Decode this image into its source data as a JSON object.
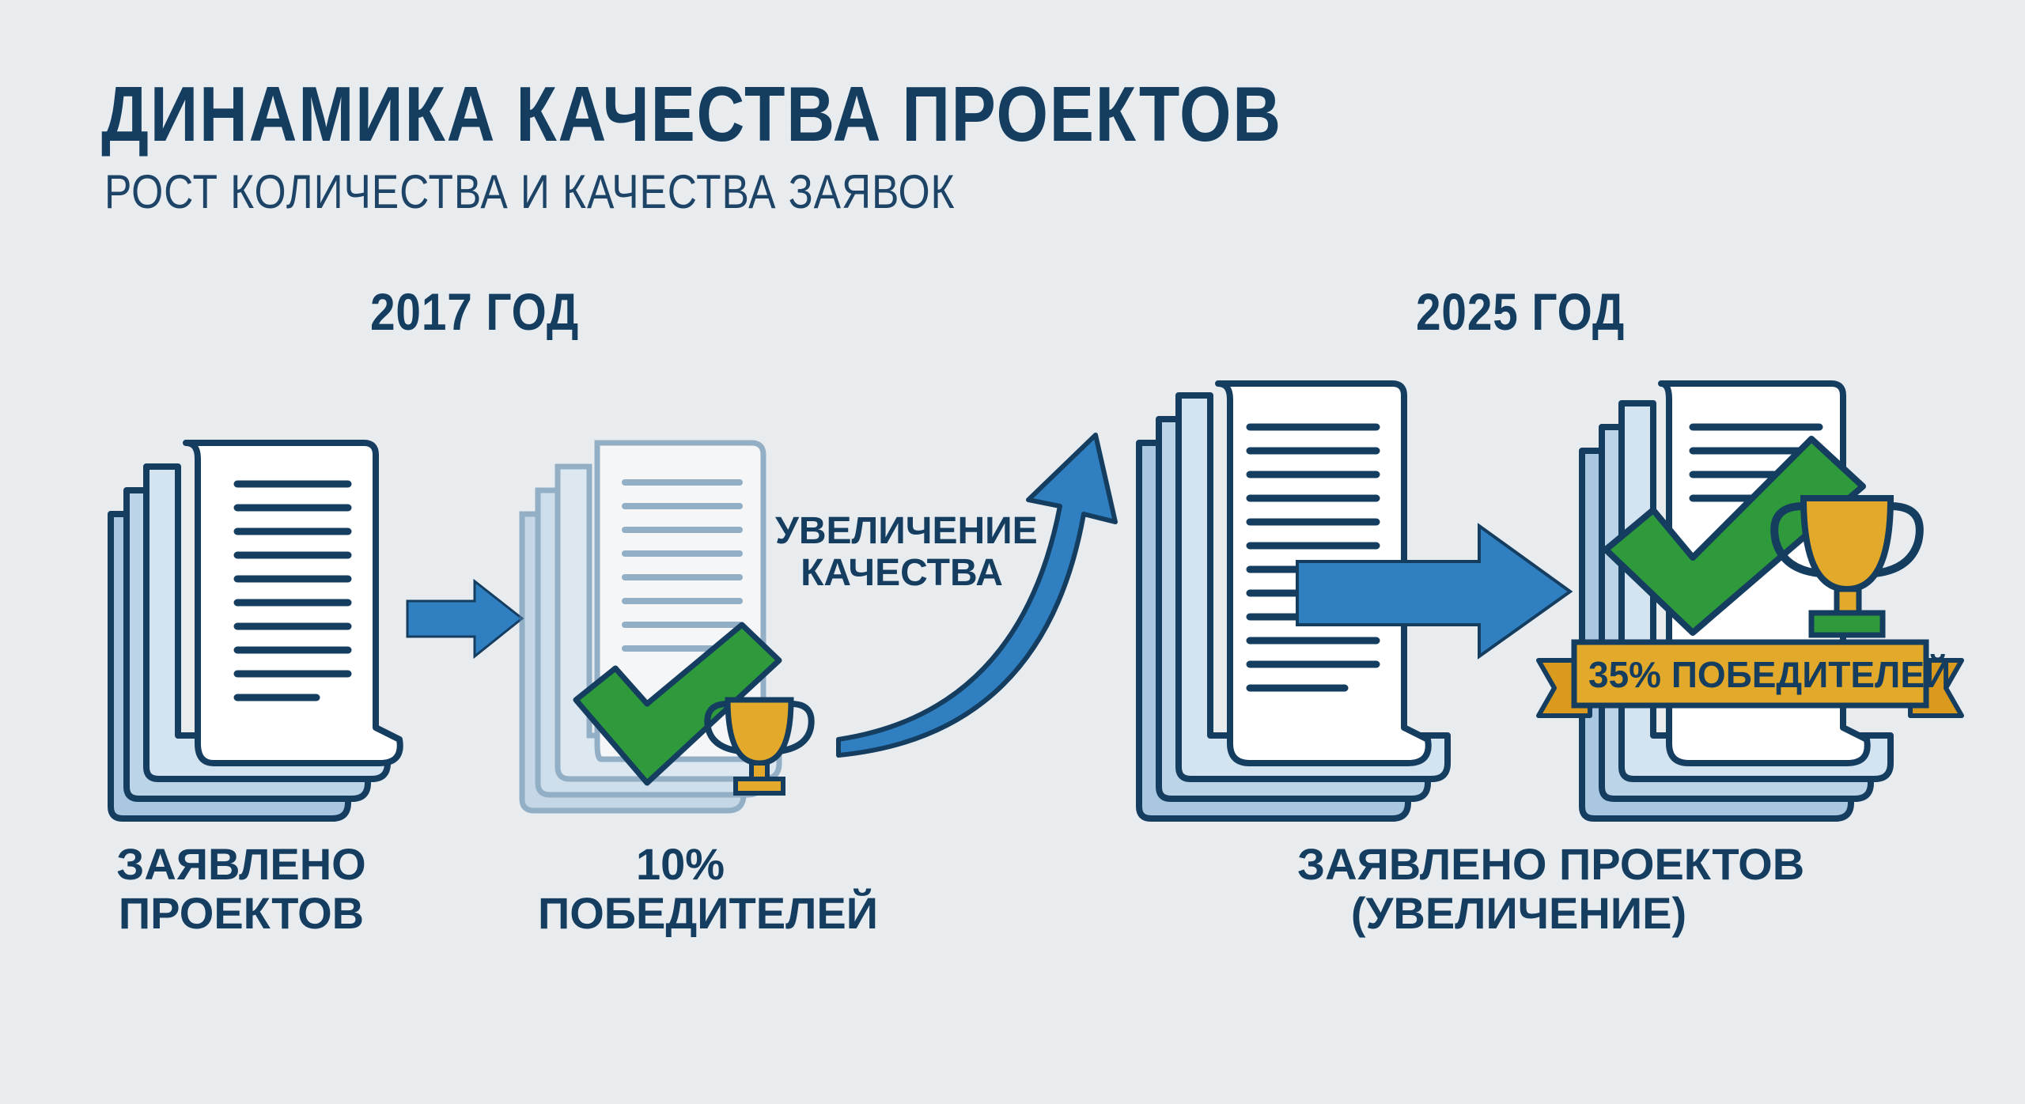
{
  "header": {
    "title": "ДИНАМИКА КАЧЕСТВА ПРОЕКТОВ",
    "subtitle": "РОСТ КОЛИЧЕСТВА И КАЧЕСТВА ЗАЯВОК"
  },
  "years": {
    "left": "2017 ГОД",
    "right": "2025 ГОД"
  },
  "captions": {
    "declared": [
      "ЗАЯВЛЕНО",
      "ПРОЕКТОВ"
    ],
    "winners_2017": [
      "10%",
      "ПОБЕДИТЕЛЕЙ"
    ],
    "quality_growth": [
      "УВЕЛИЧЕНИЕ",
      "КАЧЕСТВА"
    ],
    "declared_2025": [
      "ЗАЯВЛЕНО ПРОЕКТОВ",
      "(УВЕЛИЧЕНИЕ)"
    ]
  },
  "banner": {
    "text": "35% ПОБЕДИТЕЛЕЙ"
  },
  "icons": [
    "document-stack-icon",
    "checkmark-icon",
    "trophy-icon",
    "arrow-right-icon",
    "curved-arrow-icon",
    "ribbon-banner-icon"
  ],
  "colors": {
    "navy": "#143d60",
    "blue_arrow": "#2f7fc1",
    "check_green": "#2e9a3c",
    "gold": "#e3a92a",
    "paper": "#ffffff",
    "stack_blue": "#a9c7e0",
    "background": "#e8ecef"
  }
}
